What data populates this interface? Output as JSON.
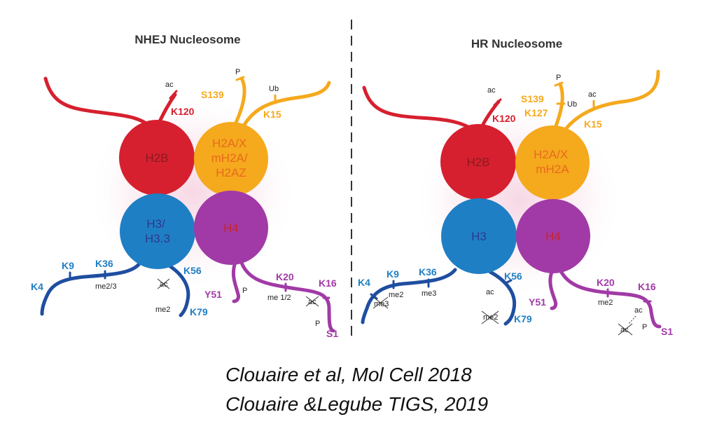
{
  "colors": {
    "h2b": "#d6202f",
    "h2a": "#f5a91d",
    "h3": "#1f7fc4",
    "h3_tail": "#1f4ea1",
    "h4": "#a13aa6"
  },
  "nhej": {
    "title": "NHEJ Nucleosome",
    "h2b_label": "H2B",
    "h2a_label_lines": [
      "H2A/X",
      "mH2A/",
      "H2AZ"
    ],
    "h3_label_lines": [
      "H3/",
      "H3.3"
    ],
    "h4_label": "H4",
    "sites": {
      "k120": "K120",
      "s139": "S139",
      "k15": "K15",
      "k4": "K4",
      "k9": "K9",
      "k36": "K36",
      "k56": "K56",
      "k79": "K79",
      "y51": "Y51",
      "k20": "K20",
      "k16": "K16",
      "s1": "S1"
    },
    "mods": {
      "k120_ac": "ac",
      "s139_p": "P",
      "k15_ub": "Ub",
      "k36_me": "me2/3",
      "k56_ac": "ac",
      "k79_me": "me2",
      "y51_p": "P",
      "k20_me": "me 1/2",
      "k16_ac": "ac",
      "s1_p": "P"
    }
  },
  "hr": {
    "title": "HR Nucleosome",
    "h2b_label": "H2B",
    "h2a_label_lines": [
      "H2A/X",
      "mH2A"
    ],
    "h3_label_lines": [
      "H3"
    ],
    "h4_label": "H4",
    "sites": {
      "k120": "K120",
      "s139": "S139",
      "k127": "K127",
      "k15": "K15",
      "k4": "K4",
      "k9": "K9",
      "k36": "K36",
      "k56": "K56",
      "k79": "K79",
      "y51": "Y51",
      "k20": "K20",
      "k16": "K16",
      "s1": "S1"
    },
    "mods": {
      "k120_ac": "ac",
      "s139_p": "P",
      "k127_ub": "Ub",
      "k15_ac": "ac",
      "k4_me": "me3",
      "k9_me": "me2",
      "k36_me": "me3",
      "k56_ac": "ac",
      "k79_me": "me2",
      "k20_me": "me2",
      "k16_ac": "ac",
      "s1_p": "P"
    }
  },
  "citations": [
    "Clouaire et al, Mol Cell 2018",
    "Clouaire &Legube TIGS, 2019"
  ]
}
